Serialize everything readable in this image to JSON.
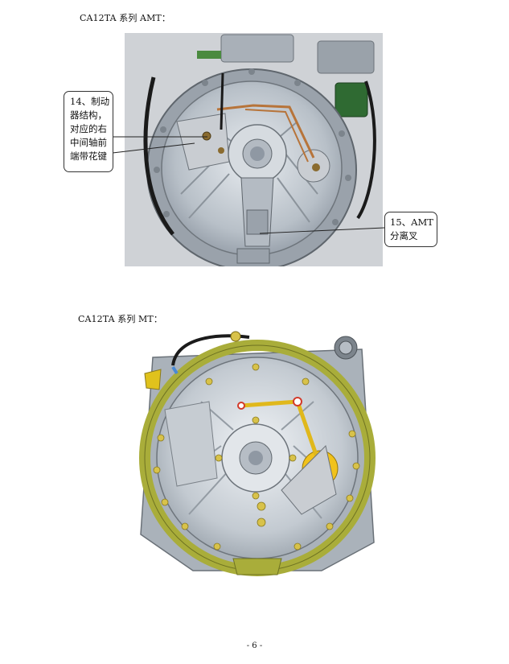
{
  "figure_amt": {
    "caption": "CA12TA 系列 AMT：",
    "callout_14": [
      "14、制动",
      "器结构，",
      "对应的右",
      "中间轴前",
      "端带花键"
    ],
    "callout_15": [
      "15、AMT",
      "分离叉"
    ]
  },
  "figure_mt": {
    "caption": "CA12TA 系列 MT："
  },
  "footer": {
    "page_number": "- 6 -"
  }
}
